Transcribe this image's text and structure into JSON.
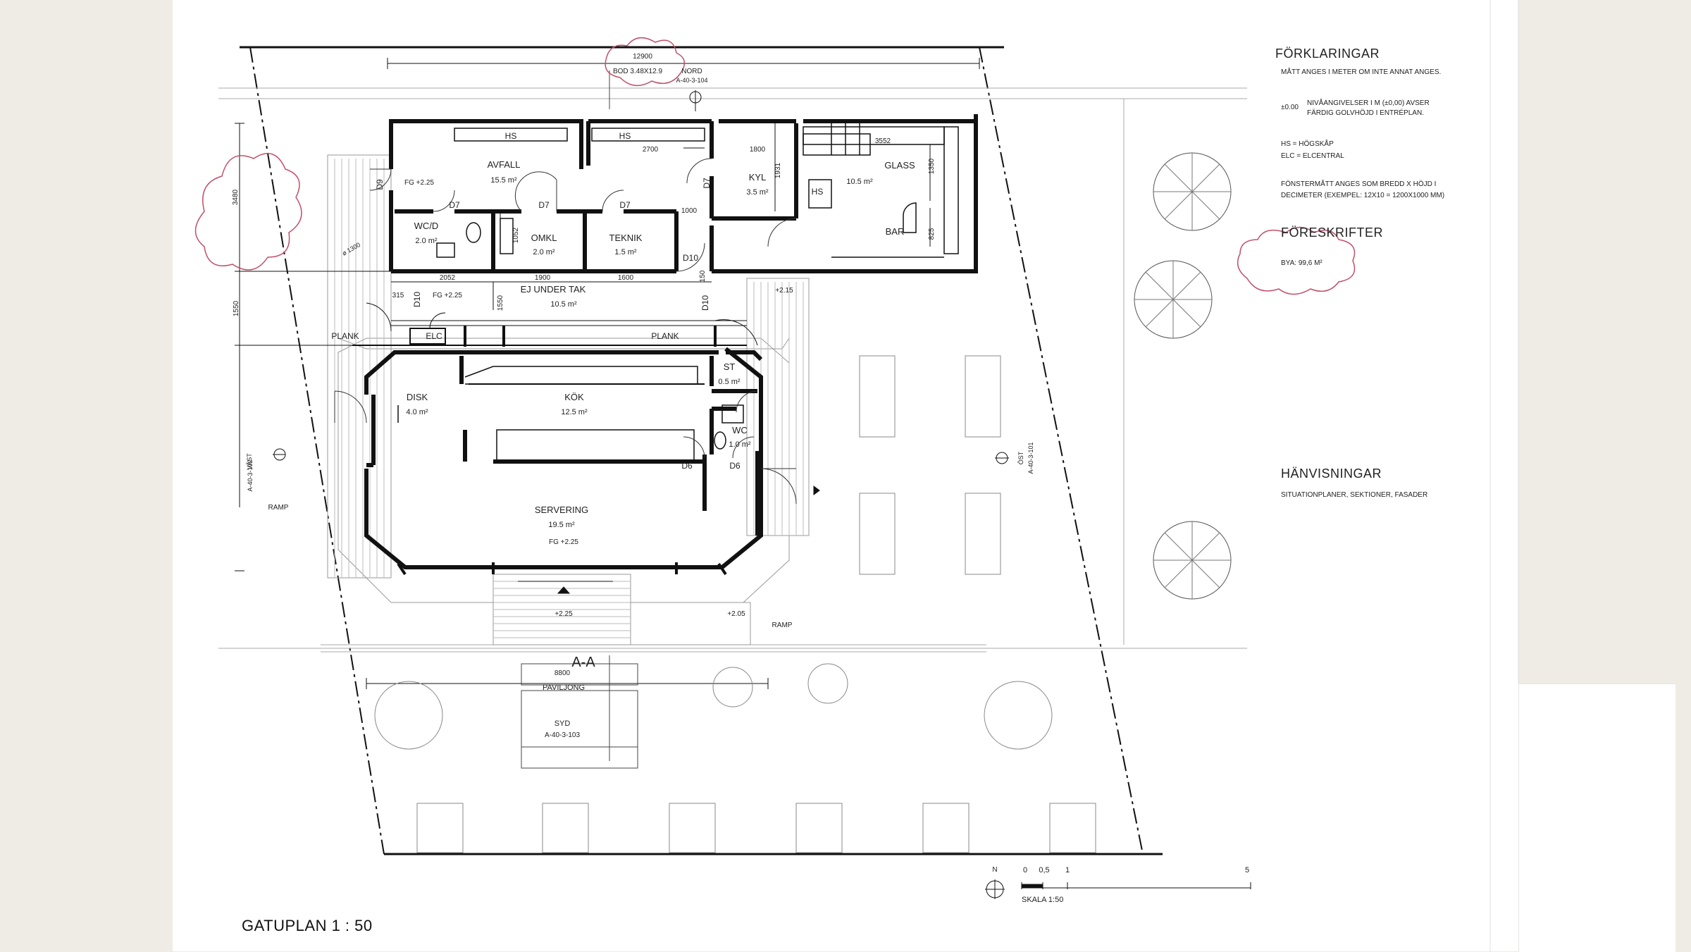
{
  "sheet": {
    "title": "GATUPLAN  1 : 50",
    "scale_label": "SKALA 1:50",
    "scale_ticks": [
      "0",
      "0,5",
      "1",
      "5"
    ],
    "north_symbol_label": "N"
  },
  "legend": {
    "heading": "FÖRKLARINGAR",
    "units_note": "MÅTT ANGES I METER OM INTE ANNAT ANGES.",
    "level_symbol": "±0.00",
    "level_note_1": "NIVÅANGIVELSER I M (±0,00) AVSER",
    "level_note_2": "FÄRDIG GOLVHÖJD I ENTRÉPLAN.",
    "hs_note": "HS = HÖGSKÅP",
    "elc_note": "ELC = ELCENTRAL",
    "window_note_1": "FÖNSTERMÅTT ANGES SOM BREDD X HÖJD I",
    "window_note_2": "DECIMETER (EXEMPEL: 12X10 = 1200X1000 MM)"
  },
  "regulations": {
    "heading": "FÖRESKRIFTER",
    "bya": "BYA: 99,6 M²"
  },
  "references": {
    "heading": "HÄNVISNINGAR",
    "text": "SITUATIONPLANER, SEKTIONER, FASADER"
  },
  "rooms": {
    "avfall": {
      "name": "AVFALL",
      "area": "15.5 m²"
    },
    "kyl": {
      "name": "KYL",
      "area": "3.5 m²"
    },
    "glass": {
      "name": "GLASS",
      "area": "10.5 m²"
    },
    "bar": {
      "name": "BAR"
    },
    "wcd": {
      "name": "WC/D",
      "area": "2.0 m²"
    },
    "omkl": {
      "name": "OMKL",
      "area": "2.0 m²"
    },
    "teknik": {
      "name": "TEKNIK",
      "area": "1.5 m²"
    },
    "ej_under_tak": {
      "name": "EJ UNDER TAK",
      "area": "10.5 m²"
    },
    "disk": {
      "name": "DISK",
      "area": "4.0 m²"
    },
    "kok": {
      "name": "KÖK",
      "area": "12.5 m²"
    },
    "st": {
      "name": "ST",
      "area": "0.5 m²"
    },
    "wc": {
      "name": "WC",
      "area": "1.0 m²"
    },
    "servering": {
      "name": "SERVERING",
      "area": "19.5 m²",
      "level": "FG +2.25"
    }
  },
  "labels": {
    "hs": "HS",
    "d7": "D7",
    "d9": "D9",
    "d10": "D10",
    "d6": "D6",
    "elc": "ELC",
    "plank": "PLANK",
    "ramp": "RAMP",
    "fg_225": "FG +2.25",
    "lvl_225": "+2.25",
    "lvl_215": "+2.15",
    "lvl_205": "+2.05",
    "section": "A-A",
    "bod": "BOD 3.48X12.9",
    "nord": "NORD",
    "ref_north": "A-40-3-104",
    "vast": "VÄST",
    "ref_west": "A-40-3-102",
    "ost": "ÖST",
    "ref_east": "A-40-3-101",
    "syd": "SYD",
    "ref_south": "A-40-3-103",
    "pavilion": "PAVILJONG",
    "diameter": "ø 1300"
  },
  "dimensions": {
    "d12900": "12900",
    "d2700": "2700",
    "d1800": "1800",
    "d3552": "3552",
    "d1931": "1931",
    "d1350": "1350",
    "d825": "825",
    "d1000": "1000",
    "d1052": "1052",
    "d2052": "2052",
    "d1900": "1900",
    "d1600": "1600",
    "d315": "315",
    "d1550": "1550",
    "d150": "150",
    "d3480": "3480",
    "d8800": "8800"
  },
  "colors": {
    "paper": "#ffffff",
    "background": "#efece6",
    "line": "#1a1a1a",
    "faint_line": "#9a9a9a",
    "revision_cloud": "#c0506a"
  }
}
